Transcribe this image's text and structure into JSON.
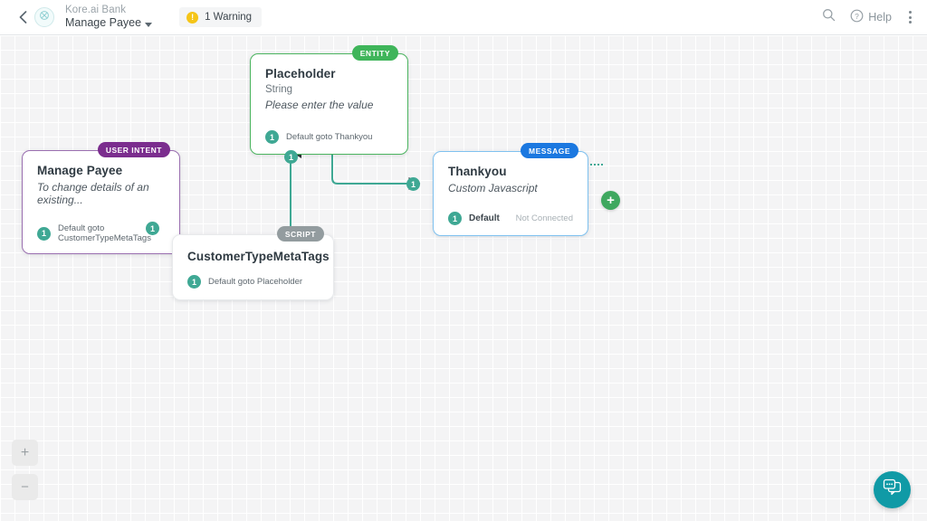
{
  "header": {
    "back_icon": "chevron-left-icon",
    "bot_avatar_icon": "bot-avatar-icon",
    "breadcrumb_parent": "Kore.ai Bank",
    "breadcrumb_current": "Manage Payee",
    "warning": {
      "icon": "warning-icon",
      "label": "1 Warning"
    },
    "search_icon": "search-icon",
    "help_icon": "help-circle-icon",
    "help_label": "Help",
    "menu_icon": "kebab-menu-icon"
  },
  "canvas": {
    "zoom_in_label": "+",
    "zoom_out_label": "−",
    "add_node_label": "+",
    "chat_icon": "chat-bubble-icon",
    "grid": "16px"
  },
  "nodes": [
    {
      "id": "placeholder",
      "badge": "ENTITY",
      "title": "Placeholder",
      "subtitle": "String",
      "prompt": "Please enter the value",
      "port_number": "1",
      "port_label": "Default goto Thankyou",
      "color": "#4bb45f"
    },
    {
      "id": "intent",
      "badge": "USER INTENT",
      "title": "Manage Payee",
      "subtitle": "To change details of an existing...",
      "port_number": "1",
      "port_label": "Default goto CustomerTypeMetaTags",
      "color": "#7b2d8e"
    },
    {
      "id": "message",
      "badge": "MESSAGE",
      "title": "Thankyou",
      "subtitle": "Custom Javascript",
      "port_number": "1",
      "port_label": "Default",
      "port_status": "Not Connected",
      "color": "#1b78e0"
    },
    {
      "id": "script",
      "badge": "SCRIPT",
      "title": "CustomerTypeMetaTags",
      "port_number": "1",
      "port_label": "Default goto Placeholder",
      "color": "#939c9f"
    }
  ],
  "edges": [
    {
      "id": "intent-to-script",
      "label": "1",
      "from": "intent",
      "to": "script"
    },
    {
      "id": "script-to-placeholder",
      "label": "1",
      "from": "script",
      "to": "placeholder"
    },
    {
      "id": "placeholder-to-message",
      "label": "1",
      "from": "placeholder",
      "to": "message"
    }
  ]
}
